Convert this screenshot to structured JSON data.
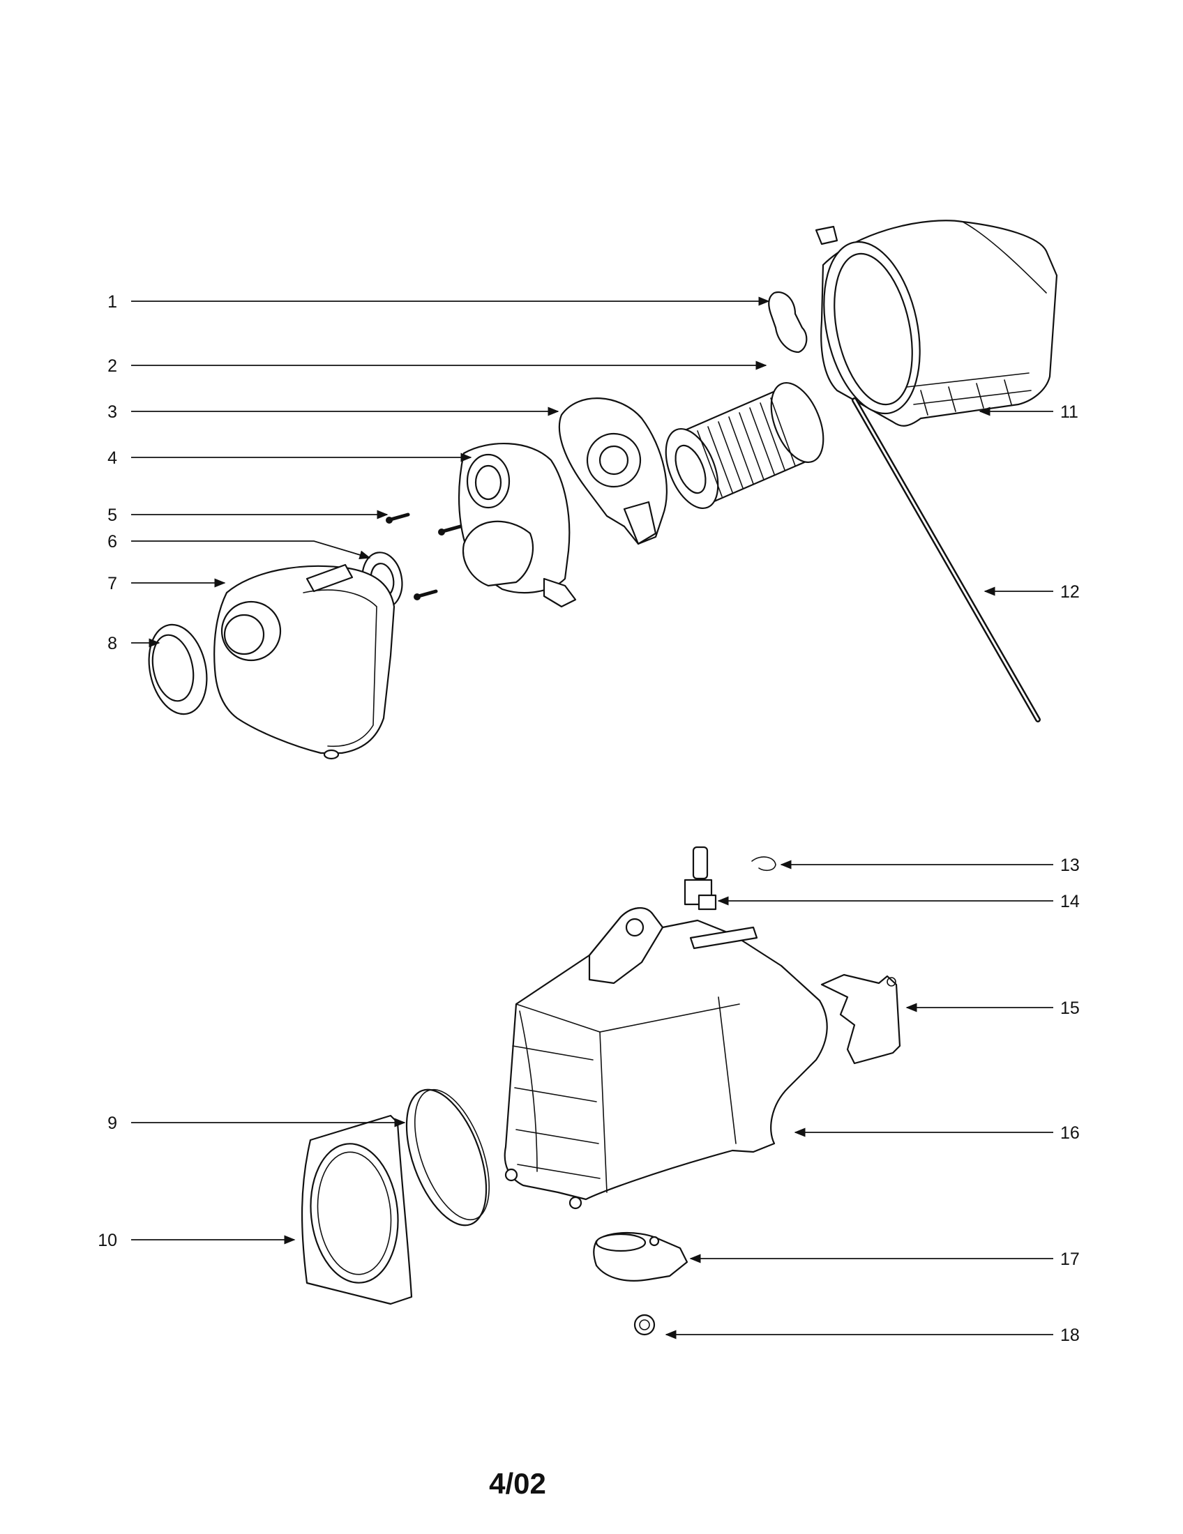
{
  "diagram": {
    "callouts": [
      {
        "id": "1",
        "label": "1"
      },
      {
        "id": "2",
        "label": "2"
      },
      {
        "id": "3",
        "label": "3"
      },
      {
        "id": "4",
        "label": "4"
      },
      {
        "id": "5",
        "label": "5"
      },
      {
        "id": "6",
        "label": "6"
      },
      {
        "id": "7",
        "label": "7"
      },
      {
        "id": "8",
        "label": "8"
      },
      {
        "id": "9",
        "label": "9"
      },
      {
        "id": "10",
        "label": "10"
      },
      {
        "id": "11",
        "label": "11"
      },
      {
        "id": "12",
        "label": "12"
      },
      {
        "id": "13",
        "label": "13"
      },
      {
        "id": "14",
        "label": "14"
      },
      {
        "id": "15",
        "label": "15"
      },
      {
        "id": "16",
        "label": "16"
      },
      {
        "id": "17",
        "label": "17"
      },
      {
        "id": "18",
        "label": "18"
      }
    ],
    "footer": "4/02"
  }
}
